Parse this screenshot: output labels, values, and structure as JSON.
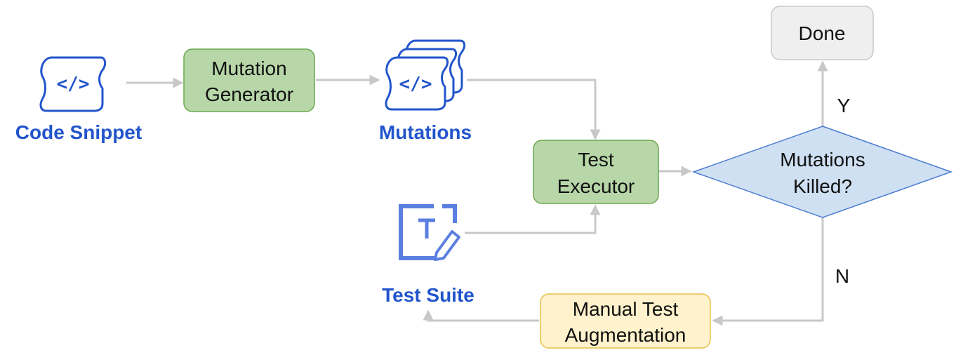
{
  "colors": {
    "label_blue": "#2255cc",
    "green_fill": "#b7d7a8",
    "green_stroke": "#6aa84f",
    "yellow_fill": "#fff2cc",
    "yellow_stroke": "#e5c04a",
    "gray_fill": "#efefef",
    "gray_stroke": "#c9c9c9",
    "diamond_fill": "#cfe0f3",
    "diamond_stroke": "#4a7bd0",
    "arrow": "#c8c8c8"
  },
  "nodes": {
    "code_snippet": {
      "label": "Code Snippet",
      "icon": "code-file-icon"
    },
    "mutation_generator": {
      "line1": "Mutation",
      "line2": "Generator"
    },
    "mutations": {
      "label": "Mutations",
      "icon": "code-files-stack-icon"
    },
    "test_executor": {
      "line1": "Test",
      "line2": "Executor"
    },
    "decision": {
      "line1": "Mutations",
      "line2": "Killed?"
    },
    "done": {
      "label": "Done"
    },
    "test_suite": {
      "label": "Test Suite",
      "icon": "test-edit-icon"
    },
    "manual_augmentation": {
      "line1": "Manual Test",
      "line2": "Augmentation"
    }
  },
  "edges": {
    "yes_label": "Y",
    "no_label": "N"
  }
}
